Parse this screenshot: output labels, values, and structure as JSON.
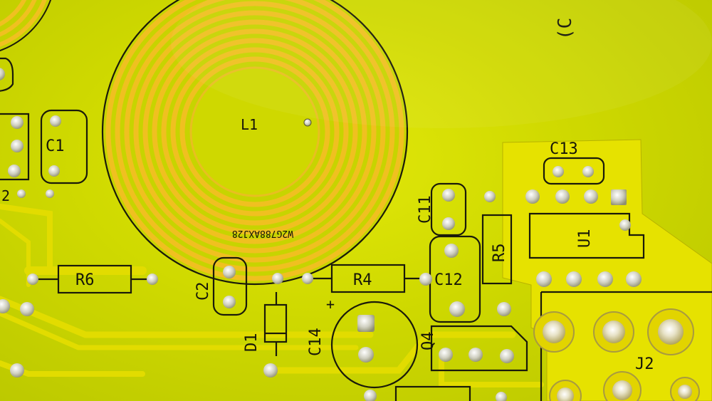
{
  "board": {
    "colors": {
      "soldermask": "#c9d800",
      "copper": "#f1c21b",
      "silkscreen": "#1a1a0a",
      "pad": "#d8d8c8"
    },
    "designators": {
      "l1": "L1",
      "c1": "C1",
      "c2": "C2",
      "c11": "C11",
      "c12": "C12",
      "c13": "C13",
      "c14": "C14",
      "r4": "R4",
      "r5": "R5",
      "r6": "R6",
      "d1": "D1",
      "q4": "Q4",
      "u1": "U1",
      "j2": "J2",
      "j2_partial": "J2",
      "c_partial": "(C"
    },
    "markings": {
      "coil_code": "W2G788AXJ28",
      "polarity_plus": "+"
    }
  }
}
